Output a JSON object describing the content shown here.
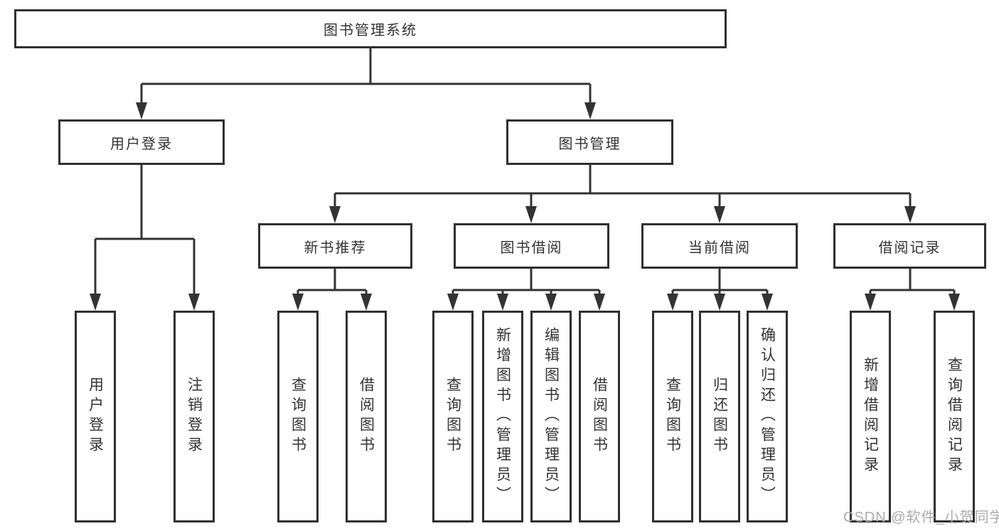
{
  "tree": {
    "root": "图书管理系统",
    "branches": [
      {
        "label": "用户登录",
        "children": [
          "用户登录",
          "注销登录"
        ]
      },
      {
        "label": "图书管理",
        "groups": [
          {
            "label": "新书推荐",
            "children": [
              "查询图书",
              "借阅图书"
            ]
          },
          {
            "label": "图书借阅",
            "children": [
              "查询图书",
              "新增图书（管理员）",
              "编辑图书（管理员）",
              "借阅图书"
            ]
          },
          {
            "label": "当前借阅",
            "children": [
              "查询图书",
              "归还图书",
              "确认归还（管理员）"
            ]
          },
          {
            "label": "借阅记录",
            "children": [
              "新增借阅记录",
              "查询借阅记录"
            ]
          }
        ]
      }
    ]
  },
  "watermark": "CSDN @软件_小贺同学",
  "colors": {
    "line": "#333333",
    "border": "#303030",
    "text": "#333333",
    "background": "#ffffff",
    "watermark": "#ababab"
  }
}
